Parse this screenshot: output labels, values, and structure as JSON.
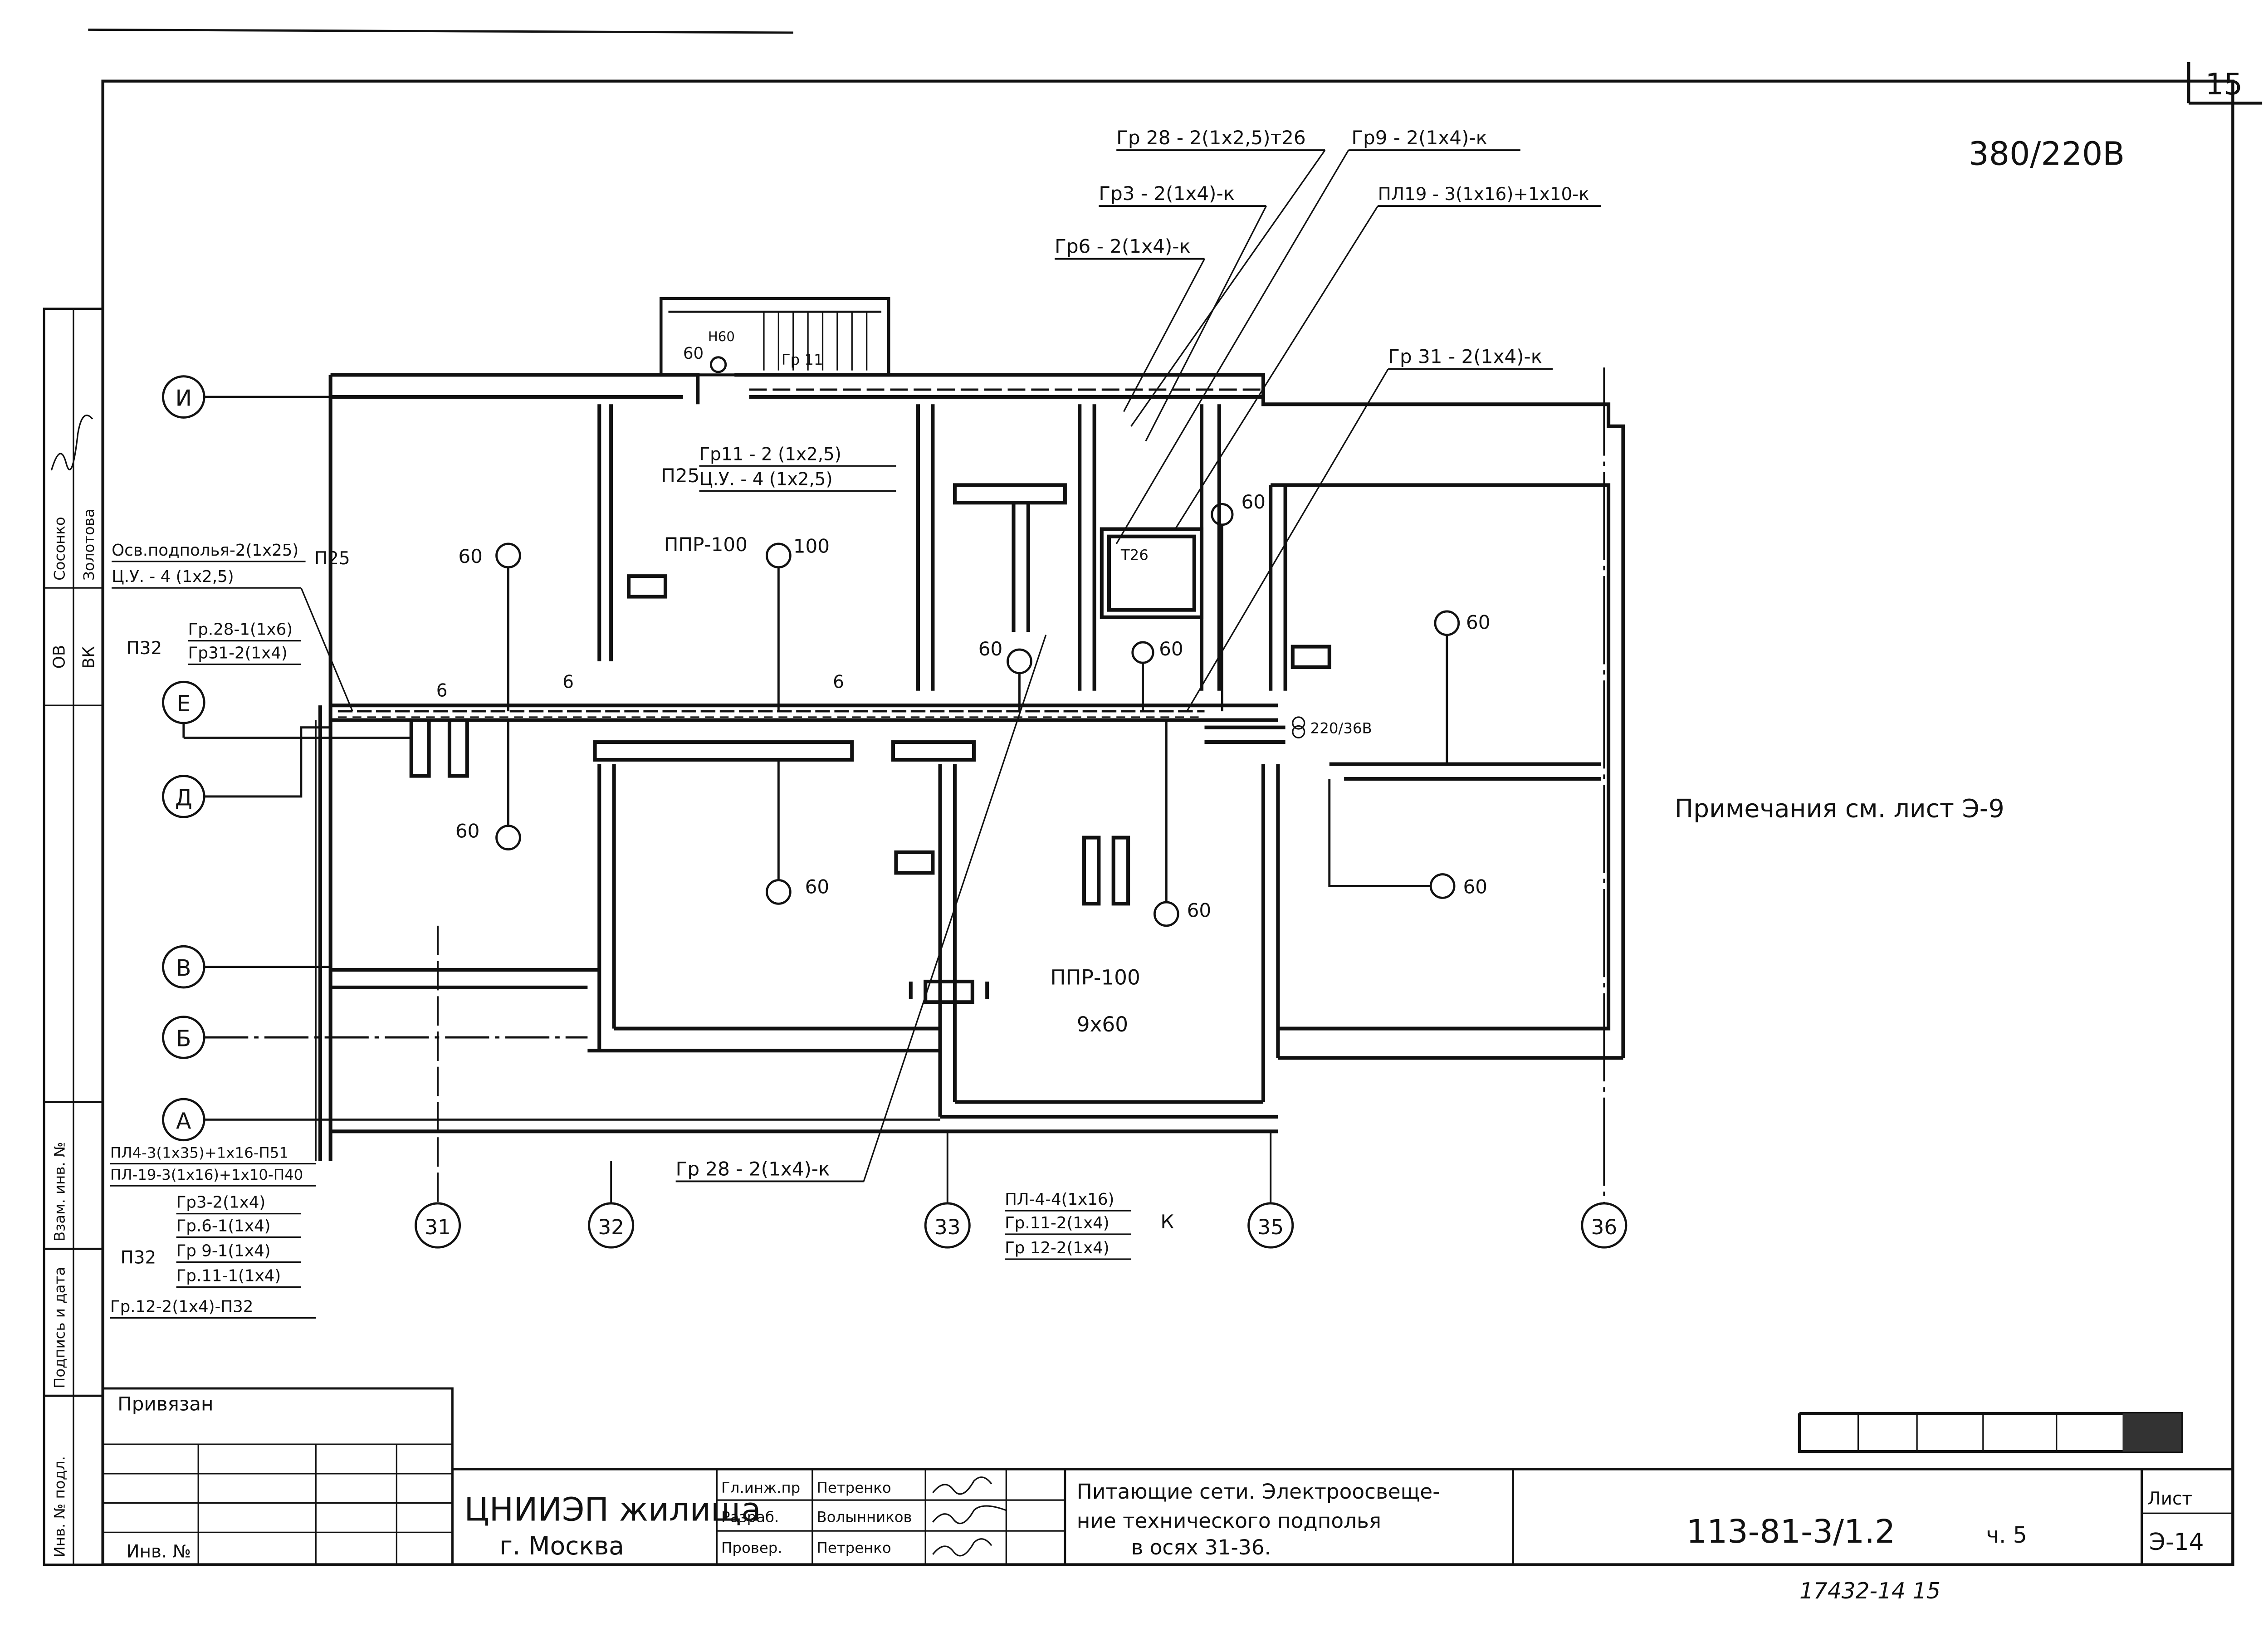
{
  "sheet_number_top": "15",
  "voltage": "380/220В",
  "note": "Примечания см. лист Э-9",
  "axes": {
    "rows": [
      "И",
      "Е",
      "Д",
      "В",
      "Б",
      "А"
    ],
    "cols": [
      "31",
      "32",
      "33",
      "35",
      "36"
    ]
  },
  "callouts": {
    "gr28_top": "Гр 28 - 2(1х2,5)т26",
    "gr9": "Гр9 - 2(1х4)-к",
    "gr3": "Гр3 - 2(1х4)-к",
    "pl19": "ПЛ19 - 3(1х16)+1х10-к",
    "gr6": "Гр6 - 2(1х4)-к",
    "gr31": "Гр 31 - 2(1х4)-к",
    "gr28_bottom": "Гр 28 - 2(1х4)-к"
  },
  "p25_group": {
    "label": "П25",
    "lines": [
      "Гр11 - 2 (1х2,5)",
      "Ц.У. - 4 (1х2,5)"
    ]
  },
  "left_p25": {
    "label": "П25",
    "lines": [
      "Осв.подполья-2(1х25)",
      "Ц.У. - 4 (1х2,5)"
    ]
  },
  "left_p32": {
    "label": "П32",
    "lines": [
      "Гр.28-1(1х6)",
      "Гр31-2(1х4)"
    ]
  },
  "bottom_left_list": {
    "top_lines": [
      "ПЛ4-3(1х35)+1х16-П51",
      "ПЛ-19-3(1х16)+1х10-П40"
    ],
    "p32_label": "П32",
    "p32_lines": [
      "Гр3-2(1х4)",
      "Гр.6-1(1х4)",
      "Гр 9-1(1х4)",
      "Гр.11-1(1х4)"
    ],
    "last_line": "Гр.12-2(1х4)-П32"
  },
  "k_group": {
    "lines": [
      "ПЛ-4-4(1х16)",
      "Гр.11-2(1х4)",
      "Гр 12-2(1х4)"
    ],
    "label": "К"
  },
  "panels": {
    "ppr_top": "ППР-100",
    "ppr_bottom": "ППР-100",
    "ppr_bottom_qty": "9х60",
    "transformer": "220/36В",
    "t26": "Т26",
    "n60": "Н60",
    "gr11_stair": "Гр 11"
  },
  "lamp_label": "60",
  "lamp_label_100": "100",
  "wire_count": "6",
  "side_stamp": {
    "ov": "ОВ",
    "vk": "ВК",
    "name1": "Сосонко",
    "name2": "Золотова",
    "inv_podl": "Инв. № подл.",
    "podpis": "Подпись и дата",
    "vzam": "Взам. инв. №"
  },
  "title_block": {
    "privyazan": "Привязан",
    "inv_no": "Инв. №",
    "org": "ЦНИИЭП жилища",
    "city": "г. Москва",
    "roles": [
      "Гл.инж.пр",
      "Разраб.",
      "Провер."
    ],
    "names": [
      "Петренко",
      "Волынников",
      "Петренко"
    ],
    "title_lines": [
      "Питающие сети. Электроосвеще-",
      "ние технического подполья",
      "в осях 31-36."
    ],
    "code": "113-81-3/1.2",
    "part": "ч. 5",
    "list_label": "Лист",
    "list_value": "Э-14"
  },
  "footer_number": "17432-14 15"
}
